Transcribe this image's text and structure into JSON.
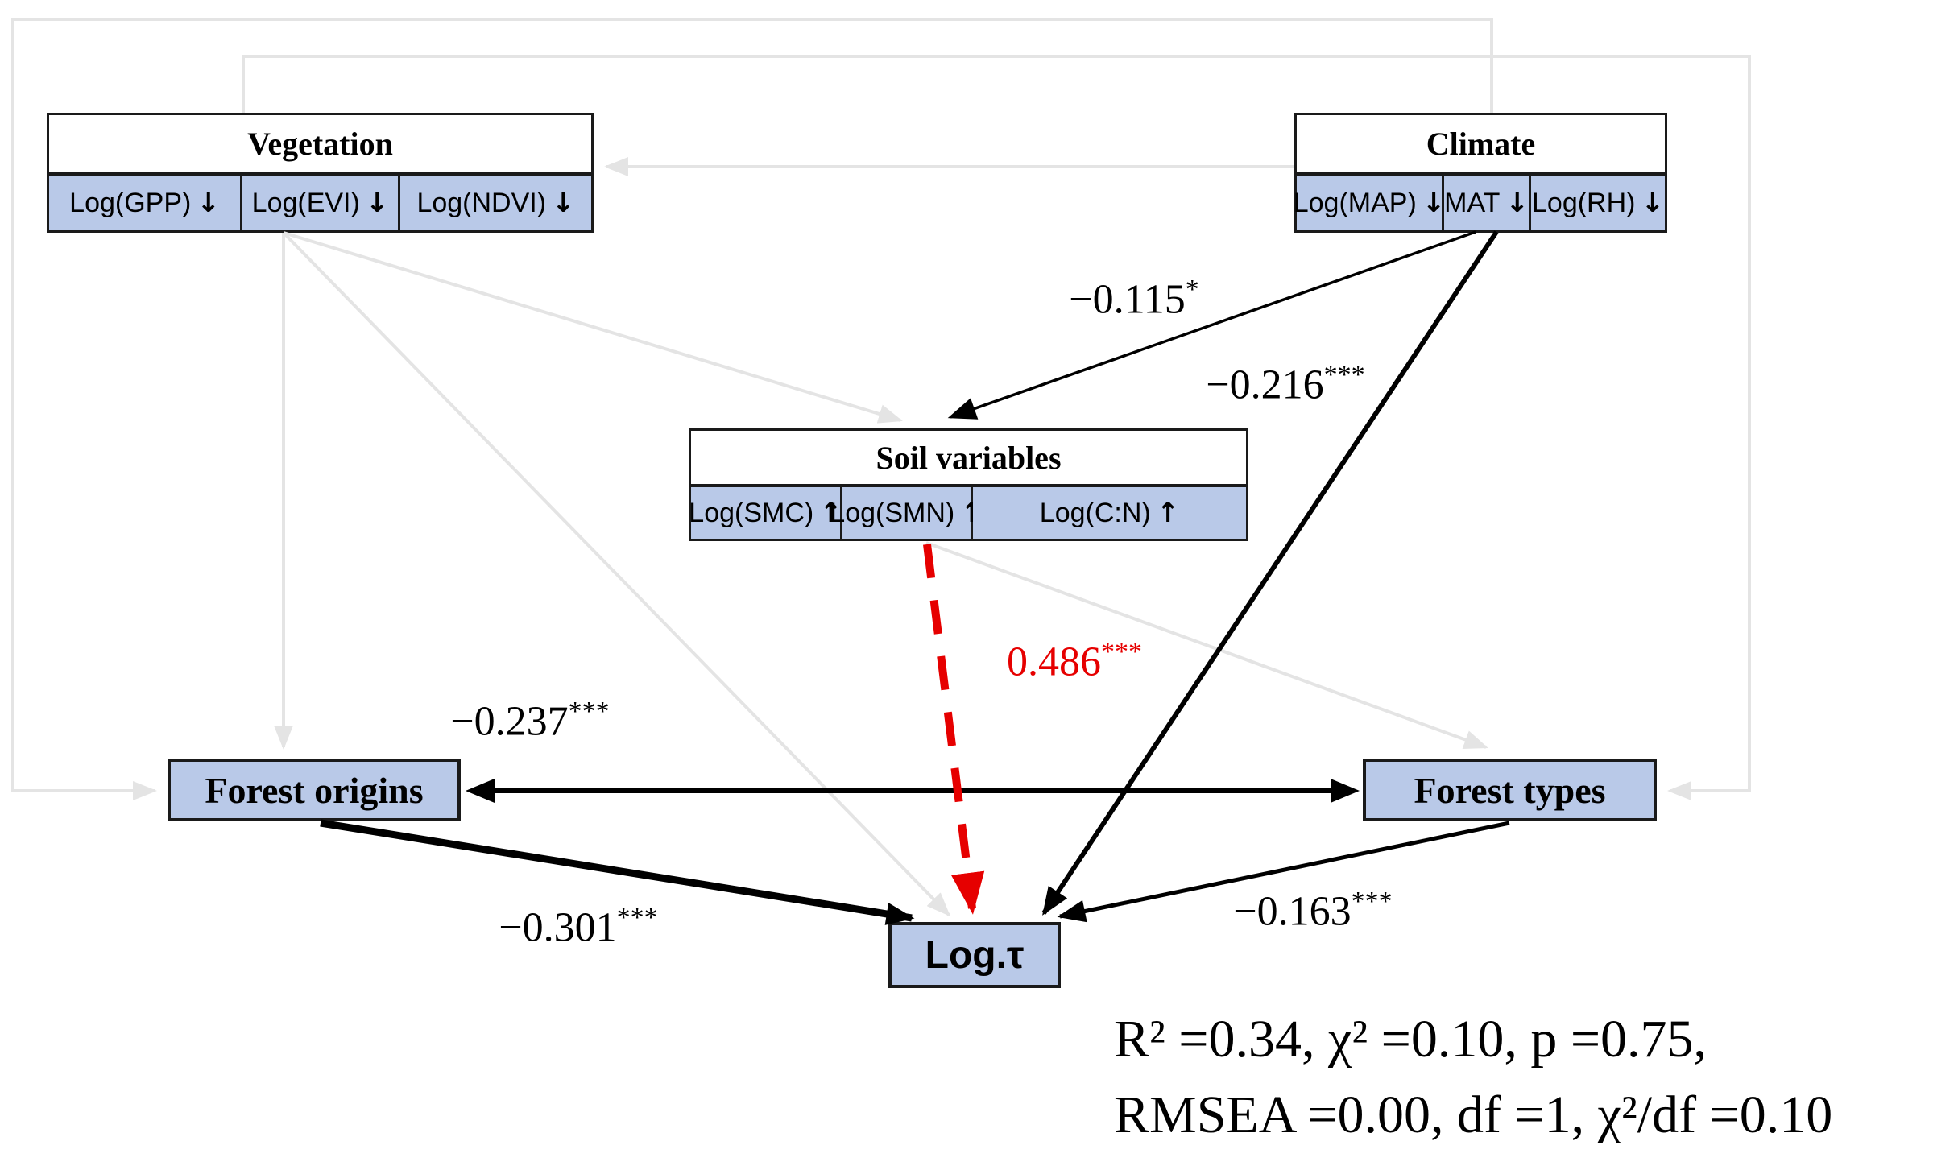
{
  "figure_type": "structural-equation-model-diagram",
  "colors": {
    "box_fill": "#b9c9e8",
    "box_border": "#1a1a1a",
    "significant_path": "#000000",
    "positive_red_path": "#e60000",
    "nonsignificant_gray_path": "#e4e4e4"
  },
  "groups": {
    "vegetation": {
      "title": "Vegetation",
      "cells": [
        {
          "text": "Log(GPP)",
          "arrow": "↓"
        },
        {
          "text": "Log(EVI)",
          "arrow": "↓"
        },
        {
          "text": "Log(NDVI)",
          "arrow": "↓"
        }
      ]
    },
    "climate": {
      "title": "Climate",
      "cells": [
        {
          "text": "Log(MAP)",
          "arrow": "↓"
        },
        {
          "text": "MAT",
          "arrow": "↓"
        },
        {
          "text": "Log(RH)",
          "arrow": "↓"
        }
      ]
    },
    "soil": {
      "title": "Soil variables",
      "cells": [
        {
          "text": "Log(SMC)",
          "arrow": "↑"
        },
        {
          "text": "Log(SMN)",
          "arrow": "↑"
        },
        {
          "text": "Log(C:N)",
          "arrow": "↑"
        }
      ]
    }
  },
  "nodes": {
    "forest_origins": {
      "label": "Forest origins"
    },
    "forest_types": {
      "label": "Forest types"
    },
    "log_tau": {
      "label": "Log.τ"
    }
  },
  "path_labels": {
    "climate_to_soil": {
      "value": "−0.115",
      "stars": "*"
    },
    "climate_to_logtau": {
      "value": "−0.216",
      "stars": "***"
    },
    "soil_to_logtau": {
      "value": "0.486",
      "stars": "***",
      "color": "#e60000"
    },
    "origins_types_covariance": {
      "value": "−0.237",
      "stars": "***"
    },
    "origins_to_logtau": {
      "value": "−0.301",
      "stars": "***"
    },
    "types_to_logtau": {
      "value": "−0.163",
      "stars": "***"
    }
  },
  "stats": {
    "line1": "R² =0.34, χ² =0.10, p =0.75,",
    "line2": "RMSEA =0.00, df =1, χ²/df =0.10"
  }
}
